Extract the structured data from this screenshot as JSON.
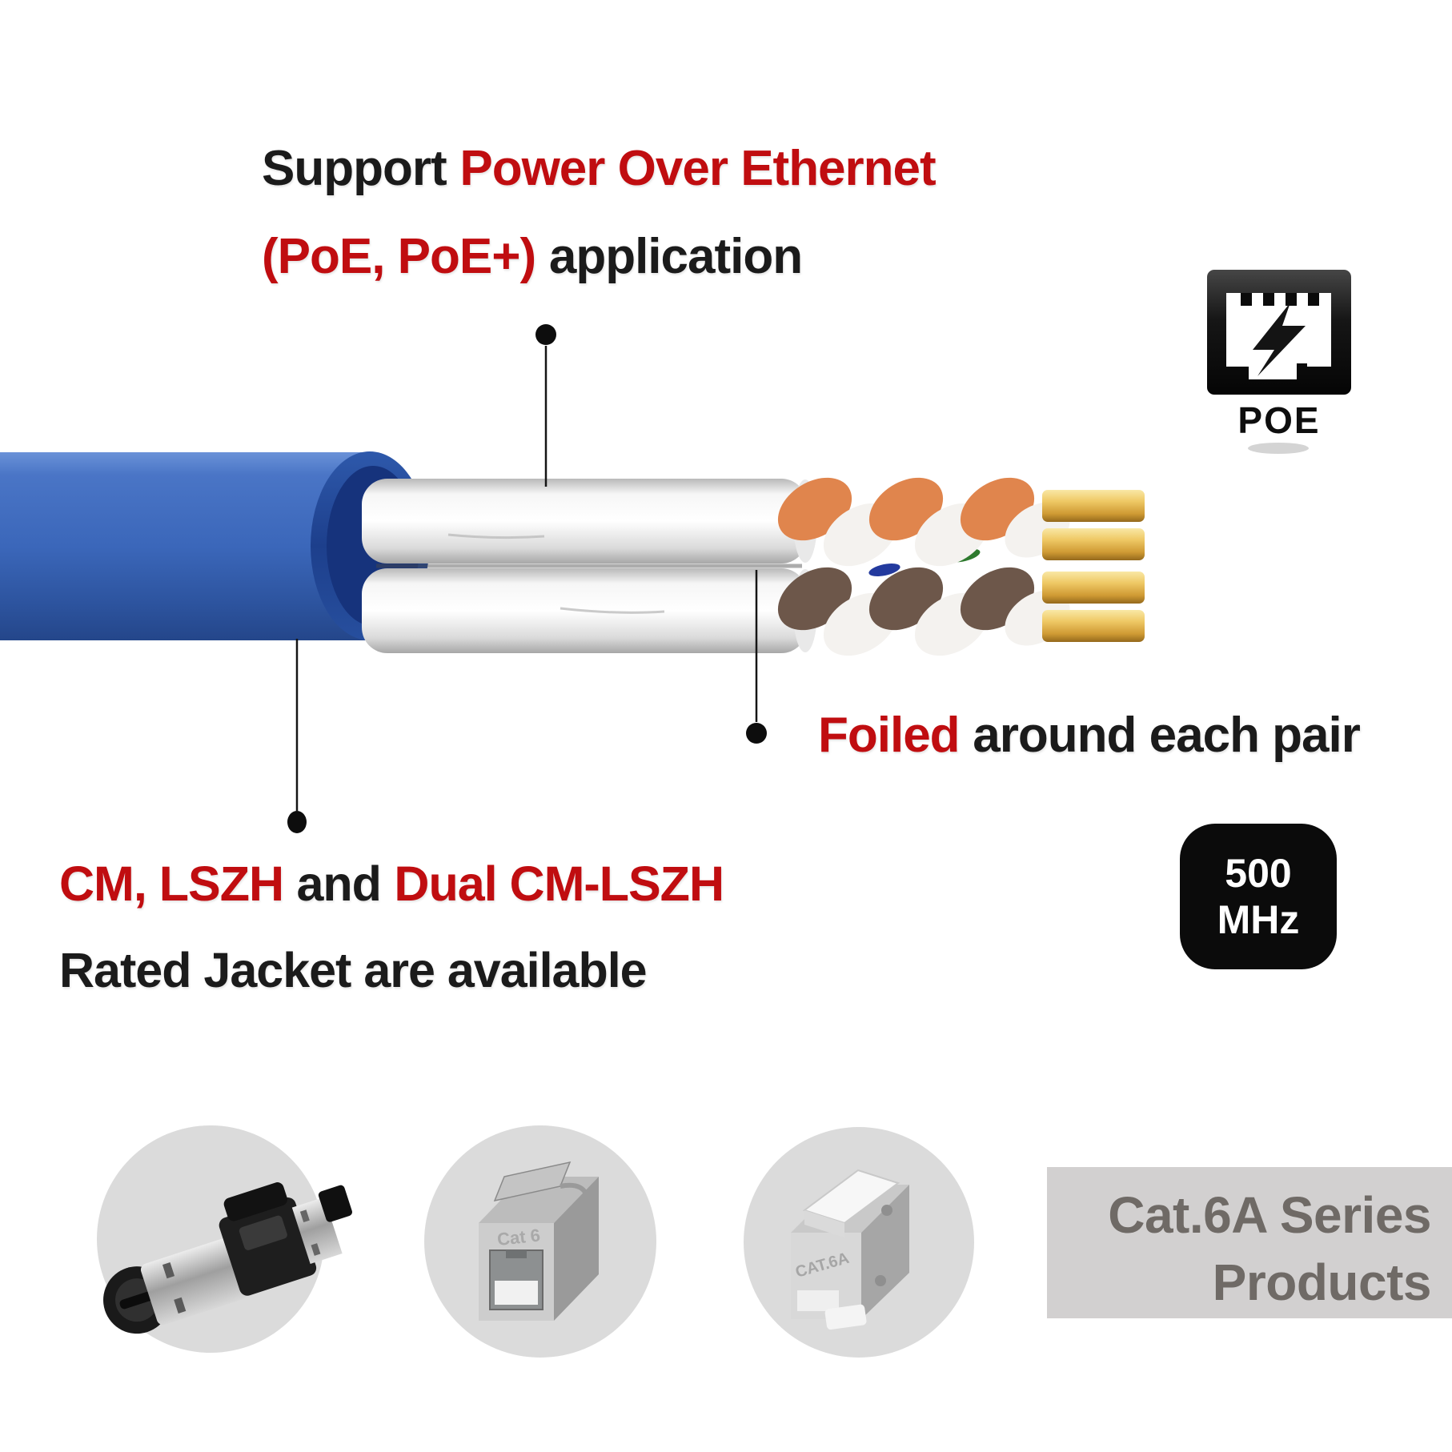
{
  "colors": {
    "accent_red": "#c00d10",
    "text_black": "#1b1b1b",
    "cable_jacket_blue": "#3b67ba",
    "foil_white": "#f2f2f2",
    "pair_orange": "#e0854d",
    "pair_brown": "#6d574a",
    "conductor_gold": "#e7bd5f",
    "product_circle_gray": "#dbdbdb",
    "series_box_gray": "#d2d0d0",
    "series_text_gray": "#6f6a66",
    "badge_black": "#0b0b0b"
  },
  "header": {
    "line1": {
      "black": "Support",
      "red": "Power Over Ethernet"
    },
    "line2": {
      "red": "(PoE, PoE+)",
      "black": "application"
    }
  },
  "poe_icon": {
    "name": "rj45-port-lightning-icon",
    "label": "POE"
  },
  "badge": {
    "line1": "500",
    "line2": "MHz"
  },
  "callouts": {
    "foiled": {
      "red": "Foiled",
      "black": "around each pair"
    },
    "jacket": {
      "red1": "CM, LSZH",
      "black1": "and",
      "red2": "Dual CM-LSZH",
      "line2": "Rated Jacket are available"
    }
  },
  "series_label": {
    "line1": "Cat.6A Series",
    "line2": "Products"
  },
  "products": [
    {
      "name": "field-termination-rj45-plug",
      "emboss": ""
    },
    {
      "name": "inline-keystone-coupler",
      "emboss": "Cat 6"
    },
    {
      "name": "shielded-keystone-jack",
      "emboss": "CAT.6A"
    }
  ]
}
